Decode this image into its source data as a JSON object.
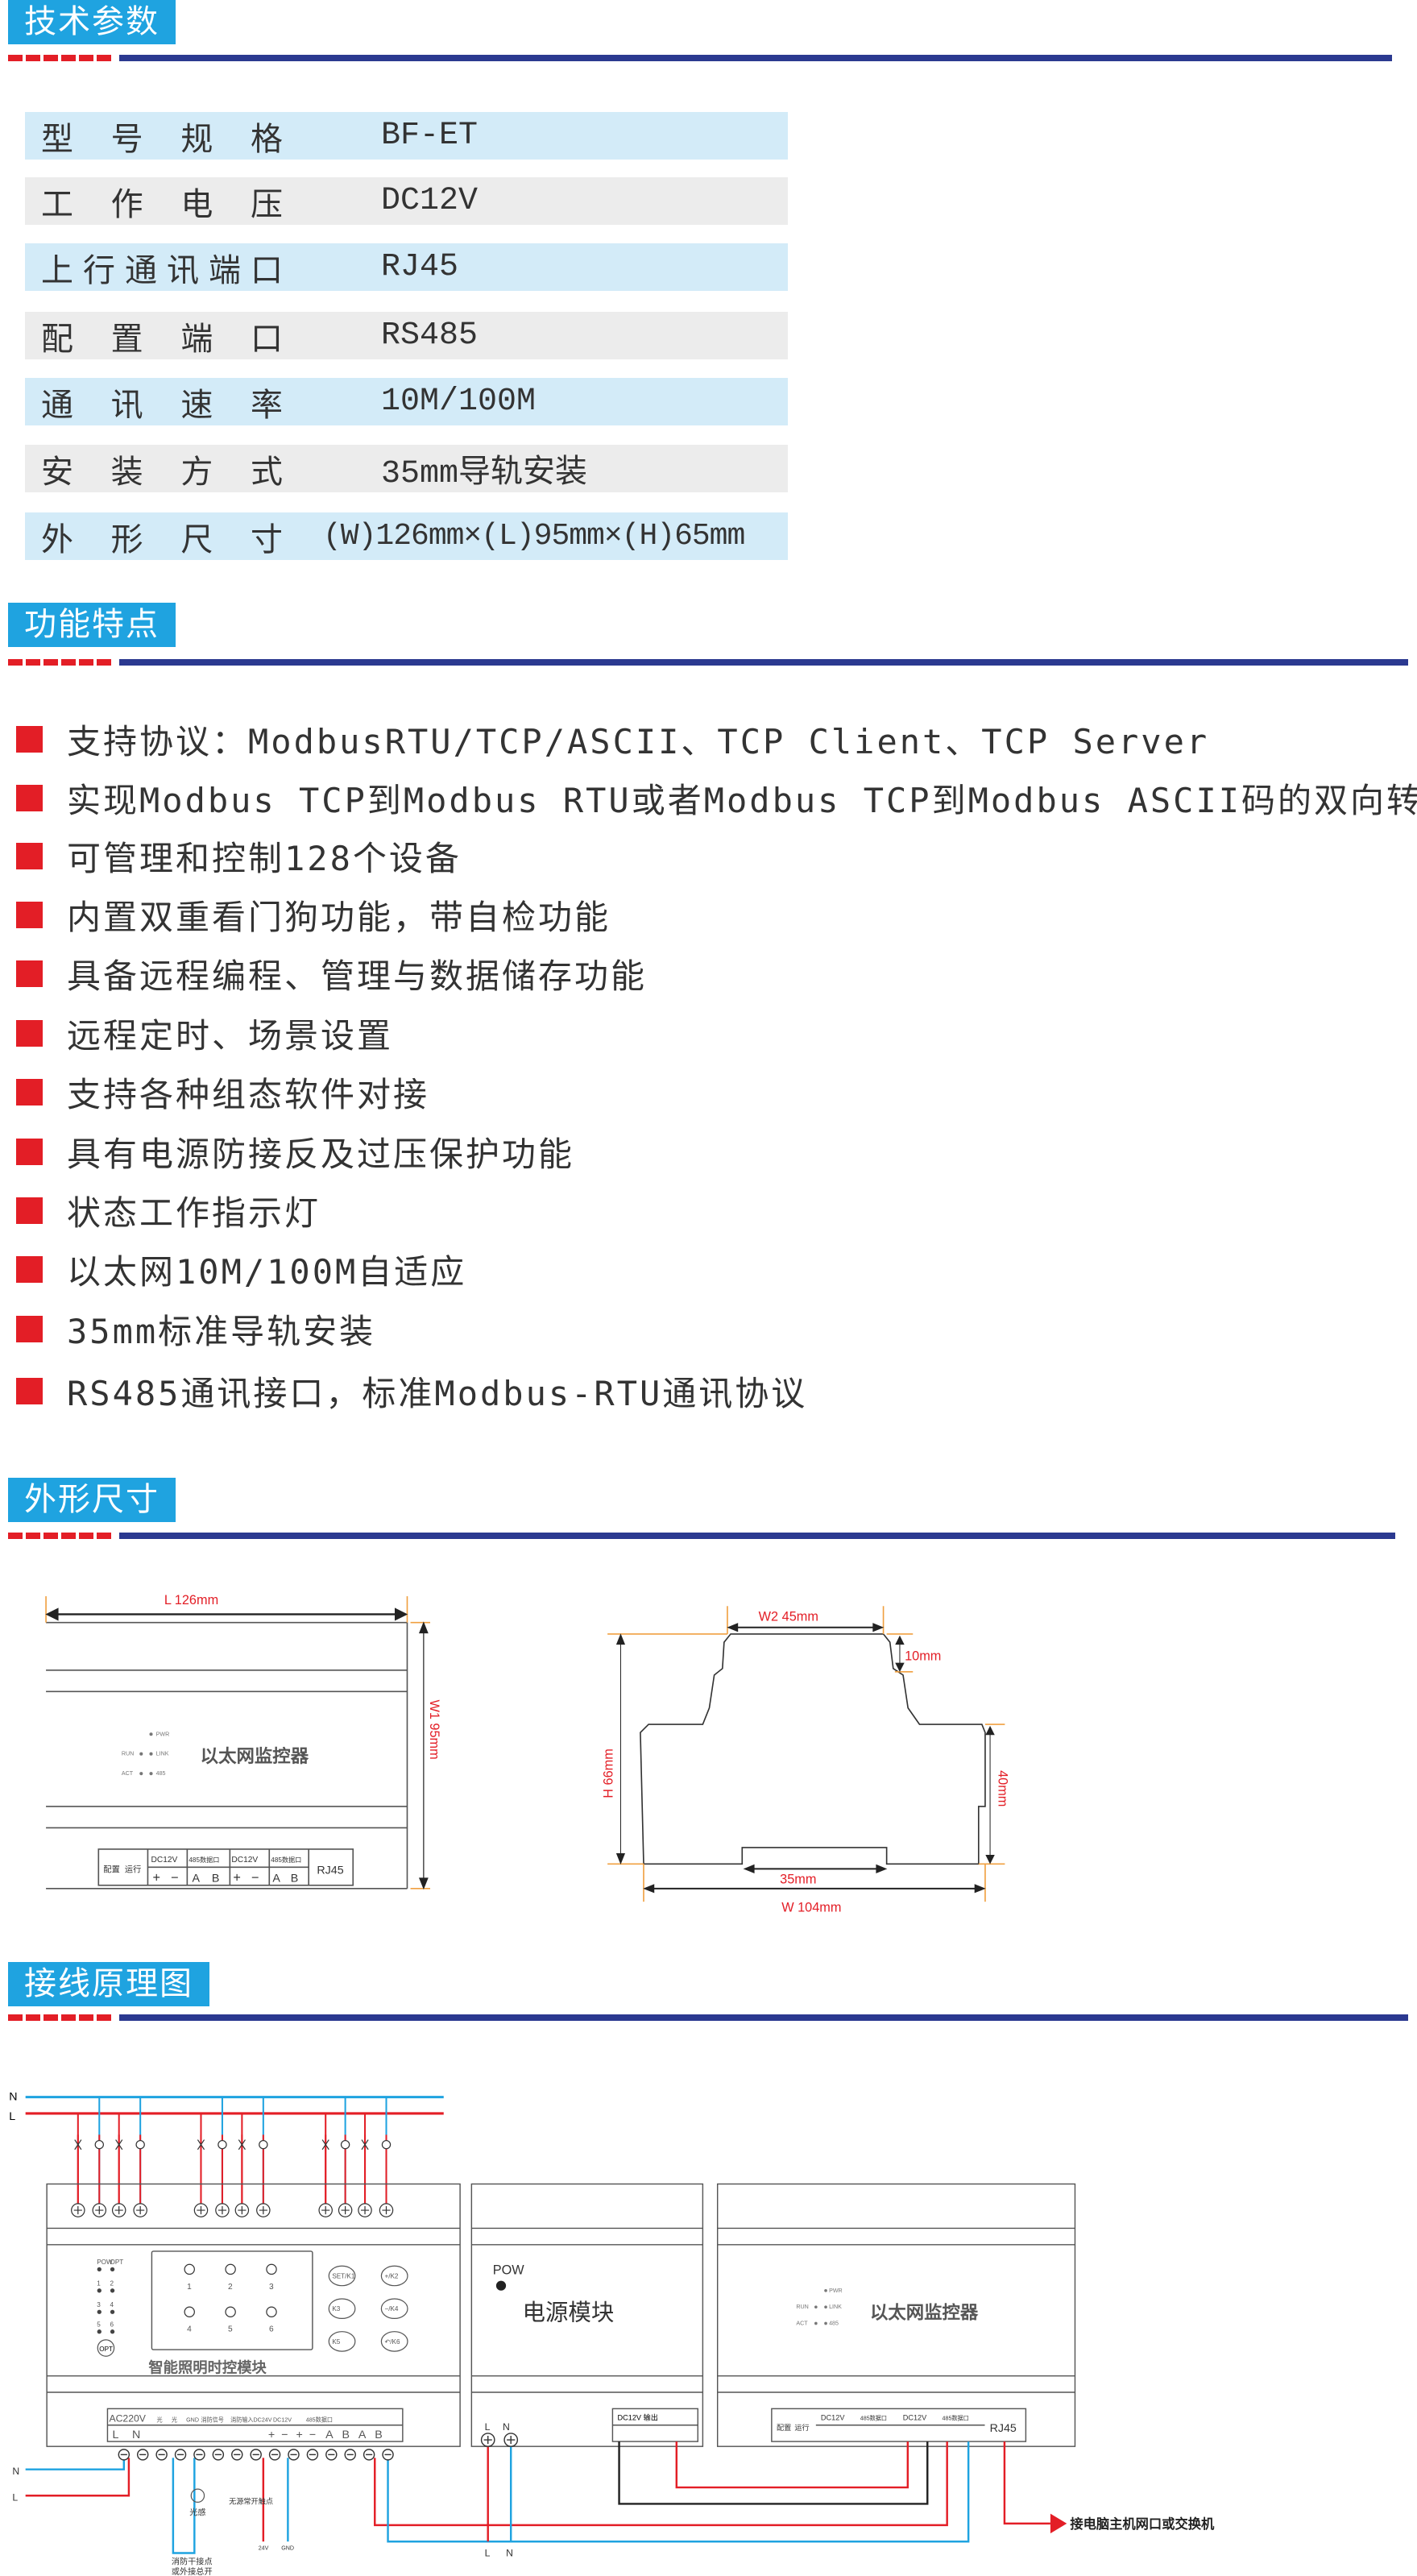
{
  "colors": {
    "tab": "#1fa3e0",
    "rule_red": "#e31e26",
    "rule_blue": "#2b3990",
    "row_blue": "#d3ebf8",
    "row_gray": "#ececec",
    "bullet": "#e31e26",
    "dim_text": "#e31e26",
    "wire_n": "#1fa3e0",
    "wire_l": "#e31e26"
  },
  "sections": {
    "specs": "技术参数",
    "features": "功能特点",
    "dimensions": "外形尺寸",
    "wiring": "接线原理图"
  },
  "specs": [
    {
      "label": [
        "型",
        "号",
        "规",
        "格"
      ],
      "value": "BF-ET"
    },
    {
      "label": [
        "工",
        "作",
        "电",
        "压"
      ],
      "value": "DC12V"
    },
    {
      "label": [
        "上",
        "行",
        "通",
        "讯",
        "端",
        "口"
      ],
      "value": "RJ45"
    },
    {
      "label": [
        "配",
        "置",
        "端",
        "口"
      ],
      "value": "RS485"
    },
    {
      "label": [
        "通",
        "讯",
        "速",
        "率"
      ],
      "value": "10M/100M"
    },
    {
      "label": [
        "安",
        "装",
        "方",
        "式"
      ],
      "value": "35mm导轨安装"
    },
    {
      "label": [
        "外",
        "形",
        "尺",
        "寸"
      ],
      "value": "(W)126mm×(L)95mm×(H)65mm"
    }
  ],
  "features": [
    "支持协议：ModbusRTU/TCP/ASCII、TCP Client、TCP Server",
    "实现Modbus TCP到Modbus RTU或者Modbus TCP到Modbus ASCII码的双向转换",
    "可管理和控制128个设备",
    "内置双重看门狗功能，带自检功能",
    "具备远程编程、管理与数据储存功能",
    "远程定时、场景设置",
    "支持各种组态软件对接",
    "具有电源防接反及过压保护功能",
    "状态工作指示灯",
    "以太网10M/100M自适应",
    "35mm标准导轨安装",
    "RS485通讯接口，标准Modbus-RTU通讯协议"
  ],
  "dimensions": {
    "length": "L  126mm",
    "width1": "W1  95mm",
    "w2": "W2 45mm",
    "h": "H  66mm",
    "d10": "10mm",
    "d40": "40mm",
    "d35": "35mm",
    "w": "W   104mm",
    "device_name": "以太网监控器",
    "leds": {
      "pwr": "PWR",
      "link": "LINK",
      "r485": "485",
      "run": "RUN",
      "act": "ACT"
    },
    "terminal": {
      "cfg": "配置",
      "run": "运行",
      "dc12v": "DC12V",
      "p485": "485数据口",
      "rj45": "RJ45",
      "plus": "+",
      "minus": "−",
      "a": "A",
      "b": "B"
    }
  },
  "wiring": {
    "n": "N",
    "l": "L",
    "module1": {
      "title": "智能照明时控模块",
      "opt": "OPT",
      "led_labels": [
        "POW",
        "OPT",
        "1",
        "2",
        "3",
        "4",
        "5",
        "6"
      ],
      "lamps": [
        "1",
        "2",
        "3",
        "4",
        "5",
        "6"
      ],
      "buttons": [
        "SET/K1",
        "+/K2",
        "K3",
        "−/K4",
        "K5",
        "↶/K6"
      ],
      "terminals_top": [
        "AC220V",
        "光",
        "光",
        "GND",
        "消防信号",
        "消防输入DC24V",
        "DC12V",
        "485数据口"
      ],
      "terminals_bottom": [
        "L",
        "N",
        "+",
        "−",
        "+",
        "−",
        "A",
        "B",
        "A",
        "B"
      ]
    },
    "module2": {
      "pow": "POW",
      "title": "电源模块",
      "dc_out": "DC12V 输出"
    },
    "module3": {
      "title": "以太网监控器"
    },
    "notes": {
      "light": "光感",
      "contact": "无源常开触点",
      "fire1": "消防干接点",
      "fire2": "或外接总开",
      "v24": "24V",
      "gnd": "GND",
      "rj45": "接电脑主机网口或交换机"
    }
  }
}
